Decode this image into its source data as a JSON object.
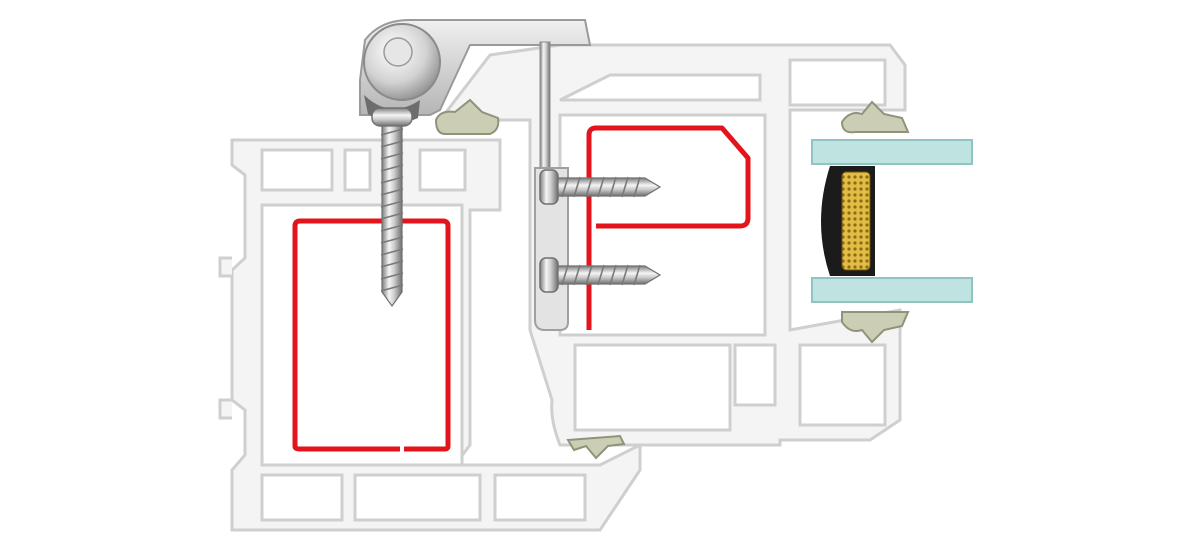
{
  "diagram": {
    "subject": "window-profile-cross-section",
    "colors": {
      "background": "#ffffff",
      "pvc_fill": "#f4f4f4",
      "pvc_stroke": "#cfcfcf",
      "reinforcement": "#e3141b",
      "gasket": "#cbcdb4",
      "gasket_stroke": "#8f937a",
      "glass": "#bfe3e1",
      "glass_stroke": "#8fc4c2",
      "spacer": "#1b1b1b",
      "desiccant": "#d6b13a",
      "metal_light": "#f2f2f2",
      "metal_dark": "#8a8a8a"
    },
    "parts": [
      {
        "id": "frame-profile",
        "icon": "pvc-frame-profile"
      },
      {
        "id": "sash-profile",
        "icon": "pvc-sash-profile"
      },
      {
        "id": "frame-reinforcement",
        "icon": "steel-reinforcement"
      },
      {
        "id": "sash-reinforcement",
        "icon": "steel-reinforcement"
      },
      {
        "id": "hinge",
        "icon": "hinge-barrel"
      },
      {
        "id": "vertical-screw",
        "icon": "screw"
      },
      {
        "id": "horizontal-screws",
        "icon": "screw"
      },
      {
        "id": "gaskets",
        "icon": "rubber-gasket"
      },
      {
        "id": "glazing-unit",
        "icon": "double-glazing"
      }
    ]
  }
}
